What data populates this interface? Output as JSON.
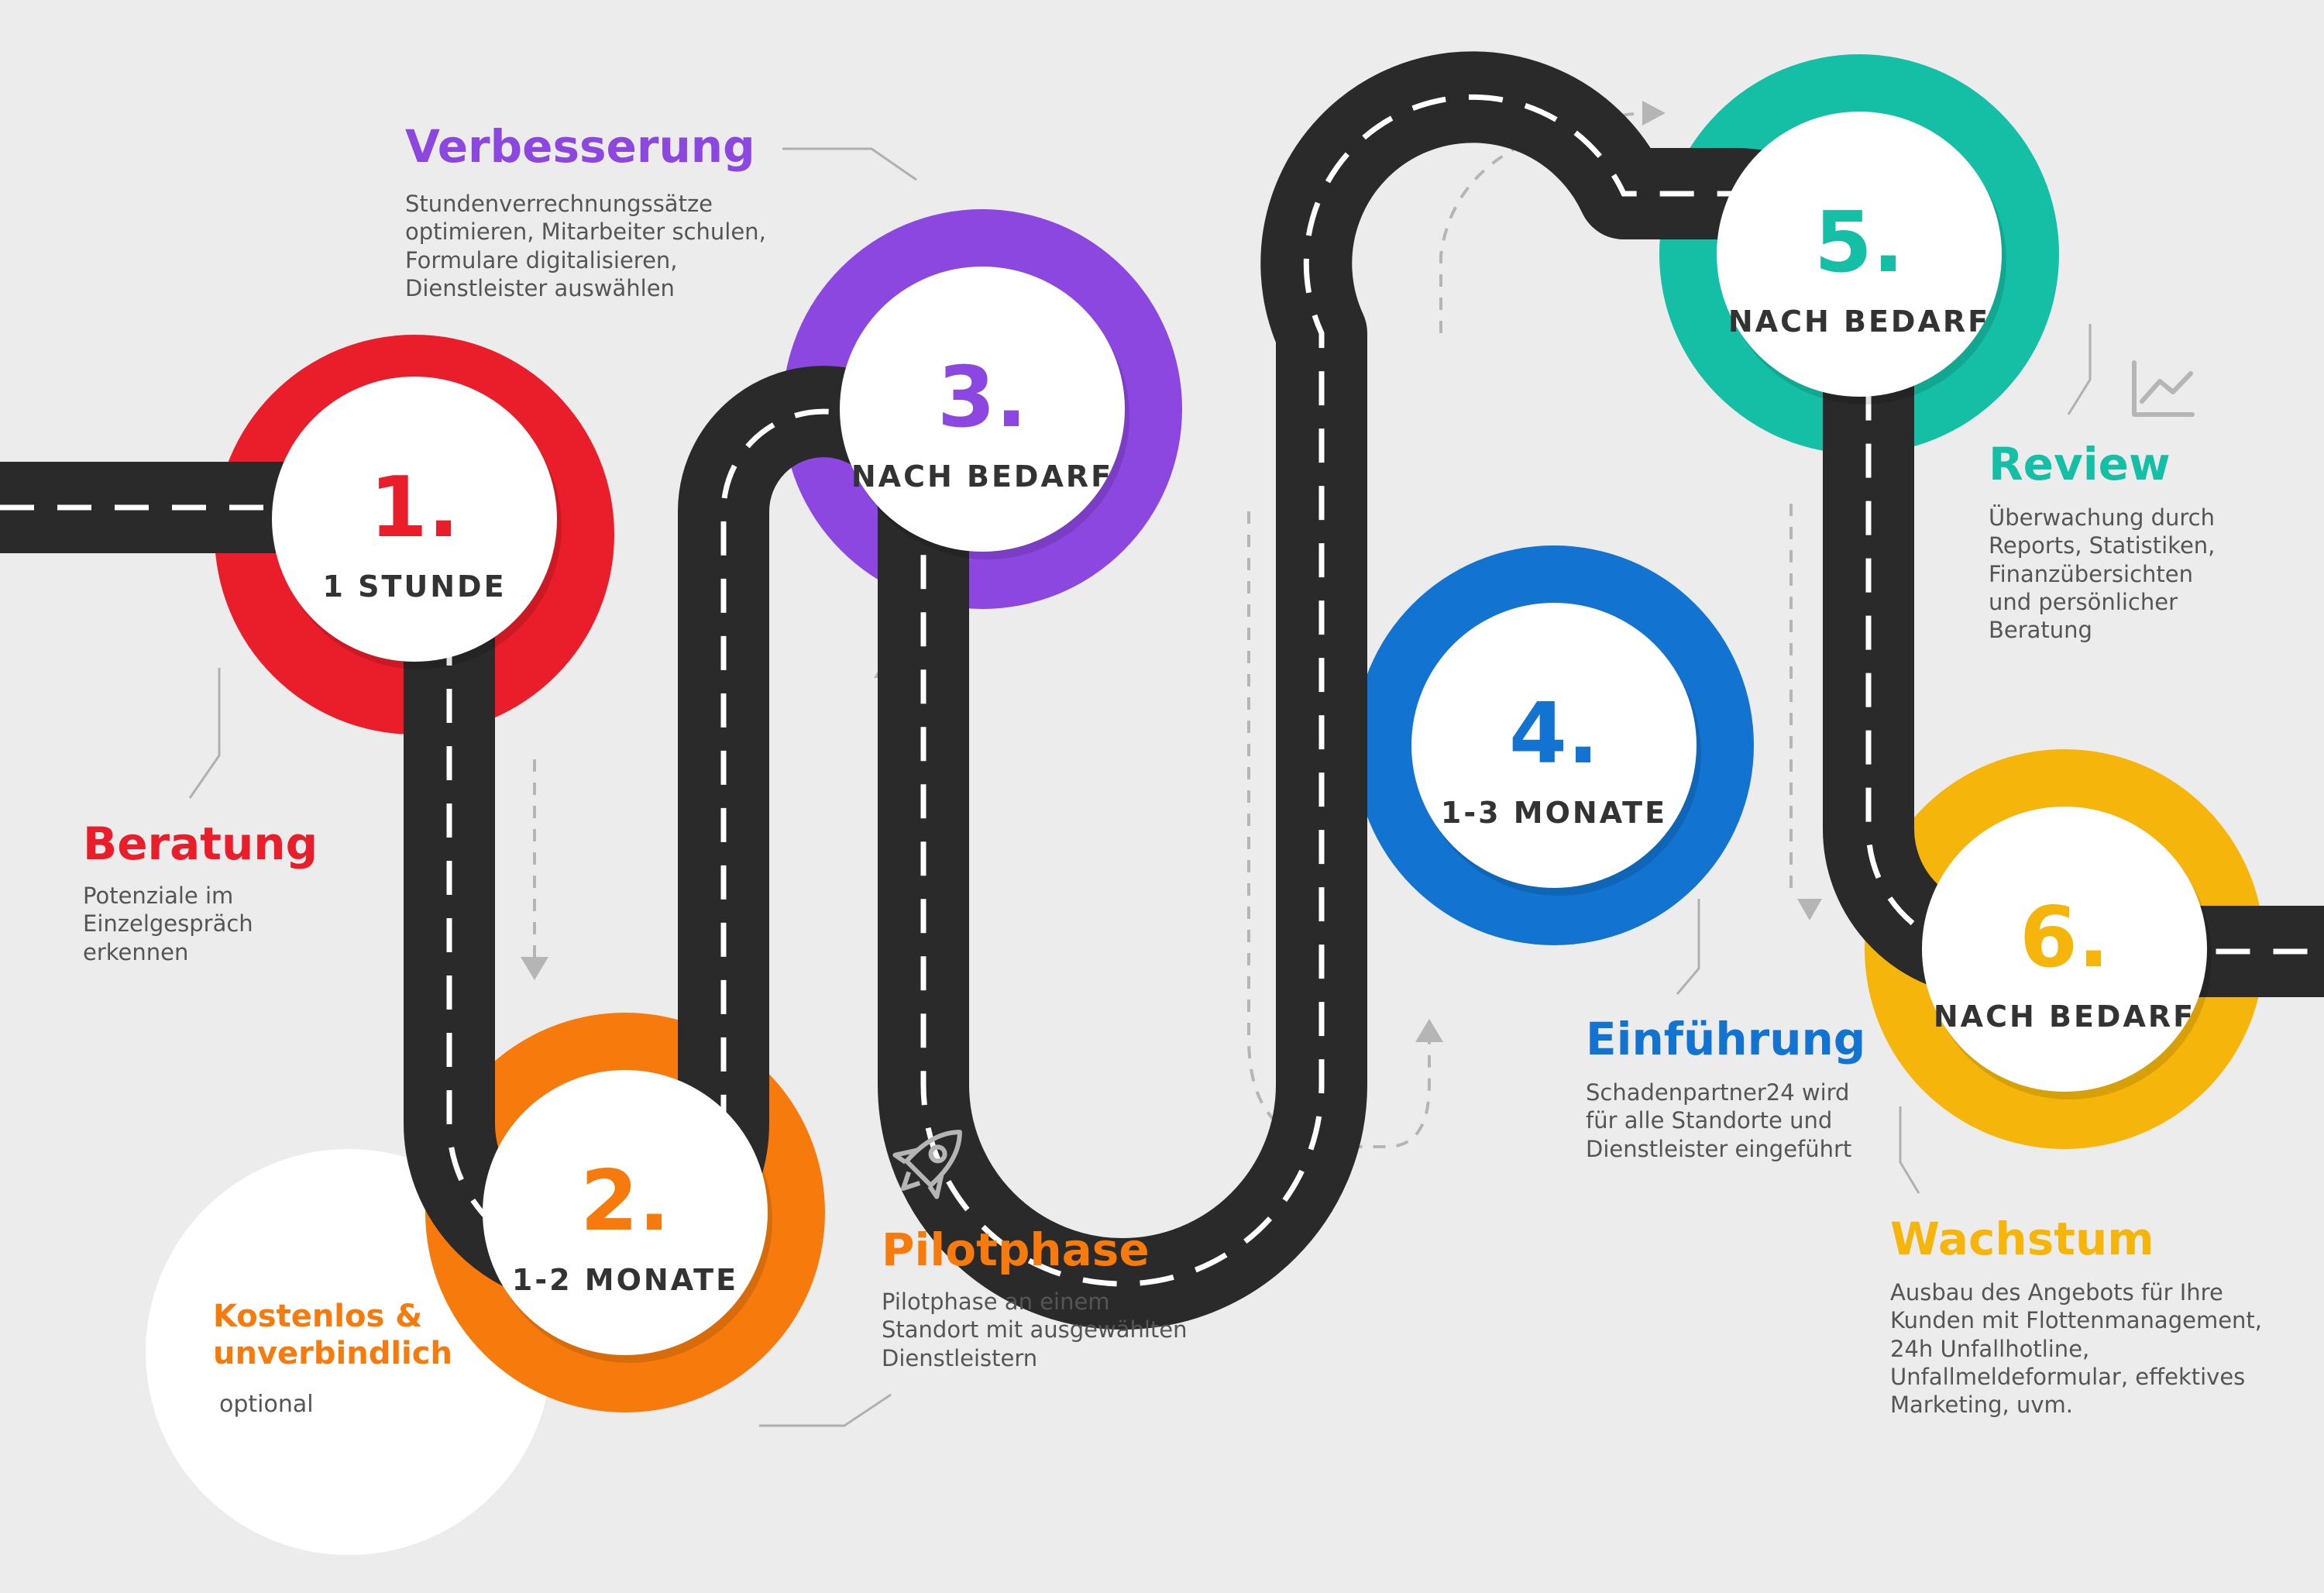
{
  "colors": {
    "background": "#ececec",
    "road": "#2a2a2a",
    "lane": "#ffffff",
    "step1": "#e91e2a",
    "step2": "#f77b0c",
    "step3": "#8b47e0",
    "step4": "#1274d0",
    "step5": "#14bfa5",
    "step6": "#f5b50a",
    "guide": "#b5b5b5"
  },
  "steps": [
    {
      "number": "1.",
      "duration": "1 STUNDE",
      "title": "Beratung",
      "description": "Potenziale im\nEinzelgespräch\nerkennen"
    },
    {
      "number": "2.",
      "duration": "1-2 MONATE",
      "title": "Pilotphase",
      "description": "Pilotphase an einem\nStandort mit ausgewählten\nDienstleistern"
    },
    {
      "number": "3.",
      "duration": "NACH BEDARF",
      "title": "Verbesserung",
      "description": "Stundenverrechnungssätze\noptimieren, Mitarbeiter schulen,\nFormulare digitalisieren,\nDienstleister auswählen"
    },
    {
      "number": "4.",
      "duration": "1-3 MONATE",
      "title": "Einführung",
      "description": "Schadenpartner24 wird\nfür alle Standorte und\nDienstleister eingeführt"
    },
    {
      "number": "5.",
      "duration": "NACH BEDARF",
      "title": "Review",
      "description": "Überwachung durch\nReports, Statistiken,\nFinanzübersichten\nund persönlicher\nBeratung"
    },
    {
      "number": "6.",
      "duration": "NACH BEDARF",
      "title": "Wachstum",
      "description": "Ausbau des Angebots für Ihre\nKunden mit Flottenmanagement,\n24h Unfallhotline,\nUnfallmeldeformular, effektives\nMarketing, uvm."
    }
  ],
  "note": {
    "title": "Kostenlos &\nunverbindlich",
    "subtitle": "optional"
  },
  "icons": [
    "rocket-icon",
    "chart-icon"
  ]
}
